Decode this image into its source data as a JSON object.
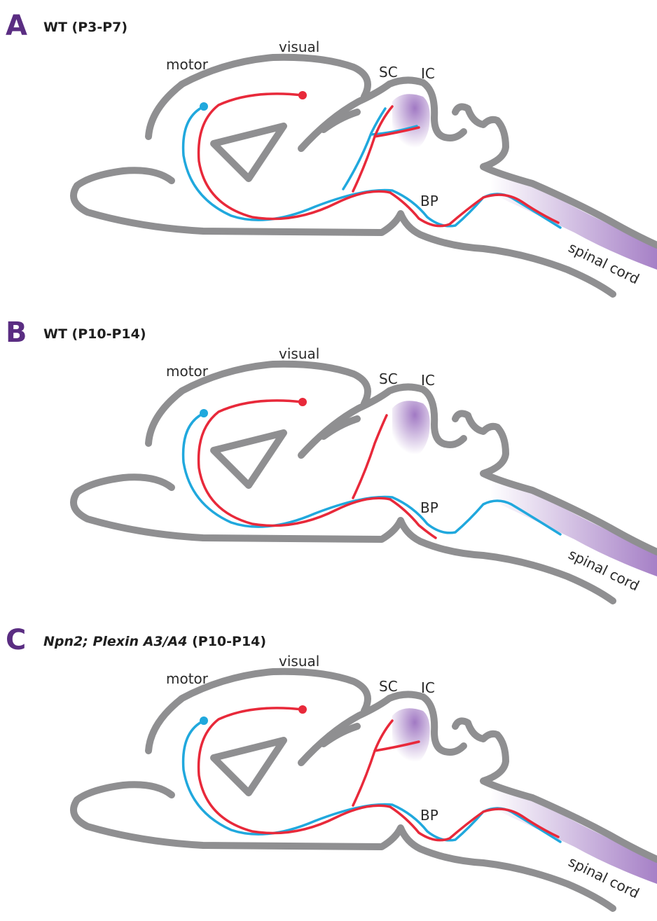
{
  "colors": {
    "red_axon": "#e8293a",
    "blue_axon": "#20a8dd",
    "outline": "#8f8f91",
    "target_shading": "#9c72c0",
    "panel_letter": "#5a2d82"
  },
  "panels": [
    {
      "letter": "A",
      "title_plain": "WT (P3-P7)",
      "title_italic": "",
      "labels": {
        "motor": "motor",
        "visual": "visual",
        "sc": "SC",
        "ic": "IC",
        "bp": "BP",
        "spinal": "spinal cord"
      },
      "ic_shading": true,
      "spinal_shading": true,
      "red_branch_sc_ic": true,
      "blue_branch_sc_ic": true,
      "blue_to_spinal": true,
      "red_to_spinal": true
    },
    {
      "letter": "B",
      "title_plain": "WT (P10-P14)",
      "title_italic": "",
      "labels": {
        "motor": "motor",
        "visual": "visual",
        "sc": "SC",
        "ic": "IC",
        "bp": "BP",
        "spinal": "spinal cord"
      },
      "ic_shading": true,
      "spinal_shading": true,
      "red_branch_sc_ic": false,
      "blue_branch_sc_ic": false,
      "blue_to_spinal": true,
      "red_to_spinal": false
    },
    {
      "letter": "C",
      "title_plain": " (P10-P14)",
      "title_italic": "Npn2; Plexin A3/A4",
      "labels": {
        "motor": "motor",
        "visual": "visual",
        "sc": "SC",
        "ic": "IC",
        "bp": "BP",
        "spinal": "spinal cord"
      },
      "ic_shading": true,
      "spinal_shading": true,
      "red_branch_sc_ic": true,
      "blue_branch_sc_ic": false,
      "blue_to_spinal": true,
      "red_to_spinal": true
    }
  ]
}
